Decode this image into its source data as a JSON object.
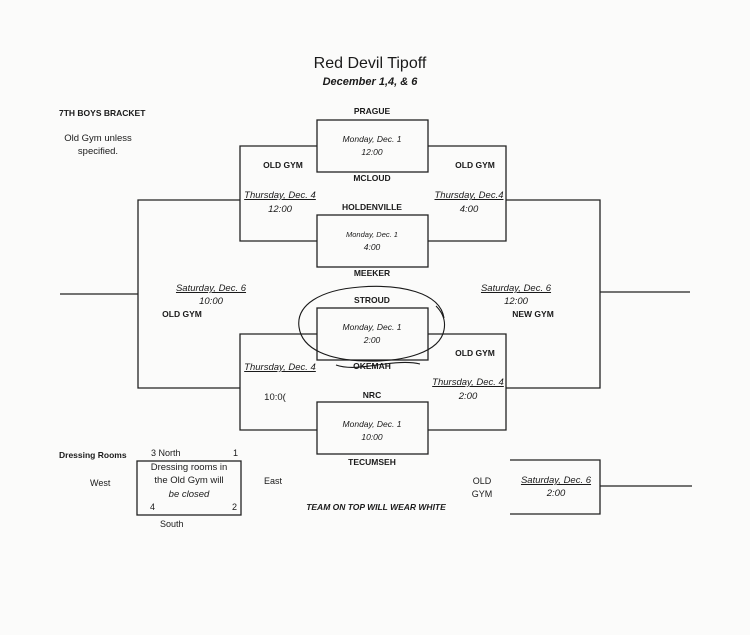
{
  "header": {
    "title": "Red Devil Tipoff",
    "dates": "December 1,4, & 6"
  },
  "bracket_label": "7TH BOYS BRACKET",
  "note": {
    "line1": "Old Gym unless",
    "line2": "specified."
  },
  "teams": {
    "prague": "PRAGUE",
    "mcloud": "MCLOUD",
    "holdenville": "HOLDENVILLE",
    "meeker": "MEEKER",
    "stroud": "STROUD",
    "okemah": "OKEMAH",
    "nrc": "NRC",
    "tecumseh": "TECUMSEH"
  },
  "games": {
    "g1": {
      "day": "Monday, Dec. 1",
      "time": "12:00"
    },
    "g2": {
      "day": "Monday, Dec. 1",
      "time": "4:00"
    },
    "g3": {
      "day": "Monday, Dec. 1",
      "time": "2:00"
    },
    "g4": {
      "day": "Monday, Dec. 1",
      "time": "10:00"
    },
    "sf_top_left": {
      "venue": "OLD GYM",
      "day": "Thursday, Dec. 4",
      "time": "12:00"
    },
    "sf_top_right": {
      "venue": "OLD GYM",
      "day": "Thursday, Dec.4",
      "time": "4:00"
    },
    "sf_bot_left": {
      "day": "Thursday, Dec. 4",
      "time": "10:0("
    },
    "sf_bot_right": {
      "venue": "OLD GYM",
      "day": "Thursday, Dec. 4",
      "time": "2:00"
    },
    "final_left": {
      "day": "Saturday, Dec. 6",
      "time": "10:00",
      "venue": "OLD GYM"
    },
    "final_right": {
      "day": "Saturday, Dec. 6",
      "time": "12:00",
      "venue": "NEW GYM"
    },
    "consolation": {
      "venue_line1": "OLD",
      "venue_line2": "GYM",
      "day": "Saturday, Dec. 6",
      "time": "2:00"
    }
  },
  "dressing": {
    "title": "Dressing Rooms",
    "north": "3  North",
    "n1": "1",
    "west": "West",
    "east": "East",
    "box_line1": "Dressing rooms in",
    "box_line2": "the Old Gym will",
    "box_line3": "be closed",
    "n4": "4",
    "n2": "2",
    "south": "South"
  },
  "footer_note": "TEAM ON TOP WILL WEAR WHITE"
}
